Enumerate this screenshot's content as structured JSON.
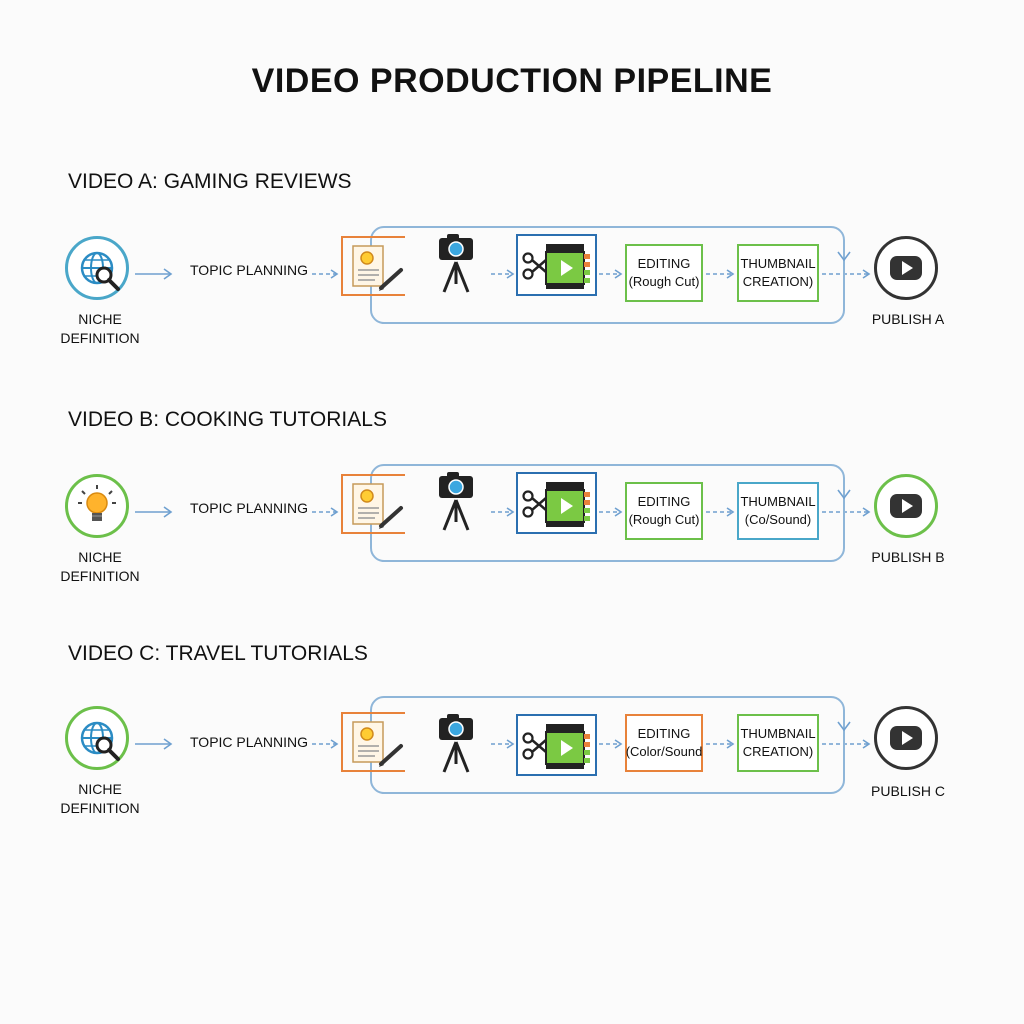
{
  "title": "VIDEO PRODUCTION PIPELINE",
  "colors": {
    "loop": "#8fb6d9",
    "orange": "#e8823a",
    "green": "#6cc04a",
    "blue": "#2b6fb0",
    "teal": "#4aa7c9"
  },
  "pipelines": [
    {
      "heading": "VIDEO A: GAMING REVIEWS",
      "niche_icon": "globe-search-icon",
      "niche_label_1": "NICHE",
      "niche_label_2": "DEFINITION",
      "topic": "TOPIC PLANNING",
      "edit_line_1": "EDITING",
      "edit_line_2": "(Rough Cut)",
      "thumb_line_1": "THUMBNAIL",
      "thumb_line_2": "CREATION)",
      "publish": "PUBLISH A"
    },
    {
      "heading": "VIDEO B: COOKING TUTORIALS",
      "niche_icon": "lightbulb-icon",
      "niche_label_1": "NICHE",
      "niche_label_2": "DEFINITION",
      "topic": "TOPIC PLANNING",
      "edit_line_1": "EDITING",
      "edit_line_2": "(Rough Cut)",
      "thumb_line_1": "THUMBNAIL",
      "thumb_line_2": "(Co/Sound)",
      "publish": "PUBLISH B"
    },
    {
      "heading": "VIDEO C: TRAVEL TUTORIALS",
      "niche_icon": "globe-search-icon",
      "niche_label_1": "NICHE",
      "niche_label_2": "DEFINITION",
      "topic": "TOPIC PLANNING",
      "edit_line_1": "EDITING",
      "edit_line_2": "(Color/Sound",
      "thumb_line_1": "THUMBNAIL",
      "thumb_line_2": "CREATION)",
      "publish": "PUBLISH C"
    }
  ]
}
